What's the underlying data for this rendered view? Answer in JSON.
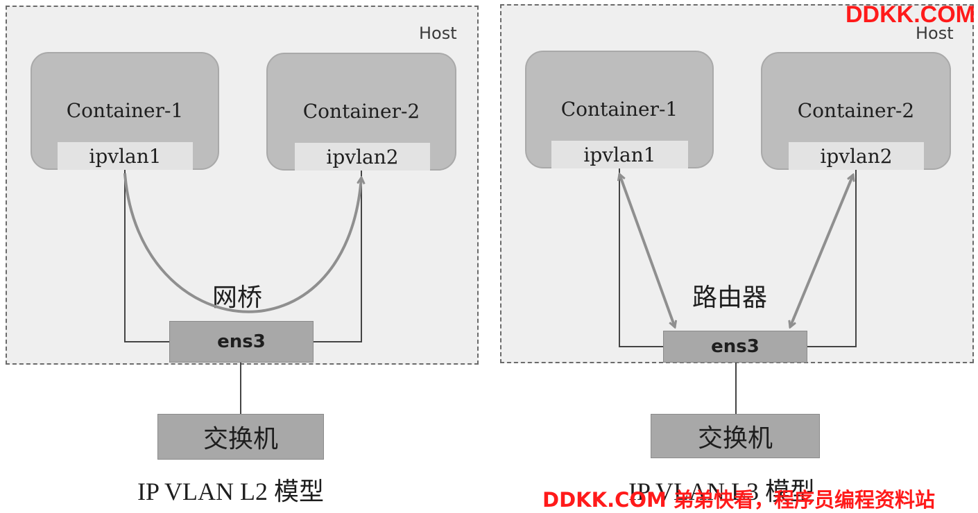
{
  "left_diagram": {
    "host_label": "Host",
    "container1": {
      "name": "Container-1",
      "iface": "ipvlan1"
    },
    "container2": {
      "name": "Container-2",
      "iface": "ipvlan2"
    },
    "mid_label": "网桥",
    "ens_label": "ens3",
    "switch_label": "交换机",
    "caption": "IP VLAN L2 模型"
  },
  "right_diagram": {
    "host_label": "Host",
    "container1": {
      "name": "Container-1",
      "iface": "ipvlan1"
    },
    "container2": {
      "name": "Container-2",
      "iface": "ipvlan2"
    },
    "mid_label": "路由器",
    "ens_label": "ens3",
    "switch_label": "交换机",
    "caption": "IP VLAN L3 模型"
  },
  "watermark": {
    "top": "DDKK.COM",
    "bottom": "DDKK.COM 弟弟快看，程序员编程资料站"
  },
  "colors": {
    "host_fill": "#efefef",
    "container_fill": "#bdbdbd",
    "device_fill": "#a8a8a8",
    "arrow": "#8f8f8f",
    "watermark": "#ff1a1a"
  }
}
